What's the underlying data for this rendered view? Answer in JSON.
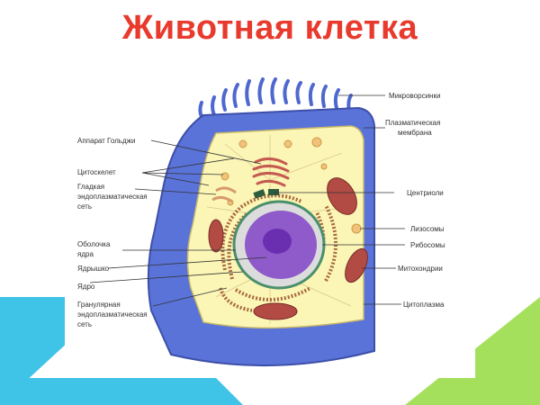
{
  "title": "Животная клетка",
  "colors": {
    "title": "#e83a2d",
    "shape_cyan": "#3fc3e6",
    "shape_green": "#a4e05c",
    "membrane": "#5a73d9",
    "membrane_dark": "#3d4fa8",
    "cytoplasm": "#fbf6b6",
    "nucleus": "#8f5ac9",
    "nucleolus": "#6a2fb0",
    "mitochondria": "#b24b44",
    "golgi": "#c55a50",
    "label_line": "#333333"
  },
  "labels": {
    "microvilli": "Микроворсинки",
    "plasma_membrane_1": "Плазматическая",
    "plasma_membrane_2": "мембрана",
    "centrioles": "Центриоли",
    "lysosomes": "Лизосомы",
    "ribosomes": "Рибосомы",
    "mitochondria": "Митохондрии",
    "cytoplasm": "Цитоплазма",
    "golgi": "Аппарат Гольджи",
    "cytoskeleton": "Цитоскелет",
    "smooth_er_1": "Гладкая",
    "smooth_er_2": "эндоплазматическая",
    "smooth_er_3": "сеть",
    "nuclear_envelope_1": "Оболочка",
    "nuclear_envelope_2": "ядра",
    "nucleolus": "Ядрышко",
    "nucleus": "Ядро",
    "rough_er_1": "Гранулярная",
    "rough_er_2": "эндоплазматическая",
    "rough_er_3": "сеть"
  }
}
